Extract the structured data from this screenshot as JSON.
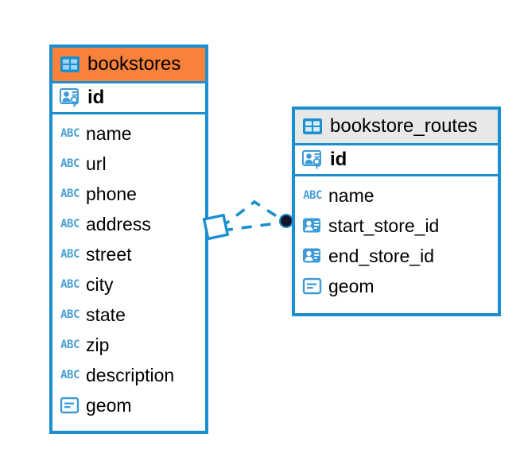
{
  "diagram": {
    "type": "entity-relationship-diagram",
    "background_color": "#ffffff",
    "accent_color": "#1b8fd0",
    "header_highlight_color": "#f9813a",
    "header_neutral_color": "#e8e8e8"
  },
  "entities": [
    {
      "name": "bookstores",
      "header_style": "highlighted",
      "header_icon": "table-icon",
      "primary_key": {
        "label": "id",
        "icon": "primary-key-icon"
      },
      "fields": [
        {
          "label": "name",
          "icon": "text-type-icon"
        },
        {
          "label": "url",
          "icon": "text-type-icon"
        },
        {
          "label": "phone",
          "icon": "text-type-icon"
        },
        {
          "label": "address",
          "icon": "text-type-icon"
        },
        {
          "label": "street",
          "icon": "text-type-icon"
        },
        {
          "label": "city",
          "icon": "text-type-icon"
        },
        {
          "label": "state",
          "icon": "text-type-icon"
        },
        {
          "label": "zip",
          "icon": "text-type-icon"
        },
        {
          "label": "description",
          "icon": "text-type-icon"
        },
        {
          "label": "geom",
          "icon": "geometry-type-icon"
        }
      ]
    },
    {
      "name": "bookstore_routes",
      "header_style": "neutral",
      "header_icon": "table-icon",
      "primary_key": {
        "label": "id",
        "icon": "primary-key-icon"
      },
      "fields": [
        {
          "label": "name",
          "icon": "text-type-icon"
        },
        {
          "label": "start_store_id",
          "icon": "foreign-key-icon"
        },
        {
          "label": "end_store_id",
          "icon": "foreign-key-icon"
        },
        {
          "label": "geom",
          "icon": "geometry-type-icon"
        }
      ]
    }
  ],
  "relationship": {
    "from_entity": "bookstores",
    "to_entity": "bookstore_routes",
    "line_style": "dashed",
    "line_color": "#1b8fd0",
    "source_marker": "diamond-marker",
    "target_marker": "filled-circle-marker",
    "target_marker_color": "#1a1a2e"
  }
}
